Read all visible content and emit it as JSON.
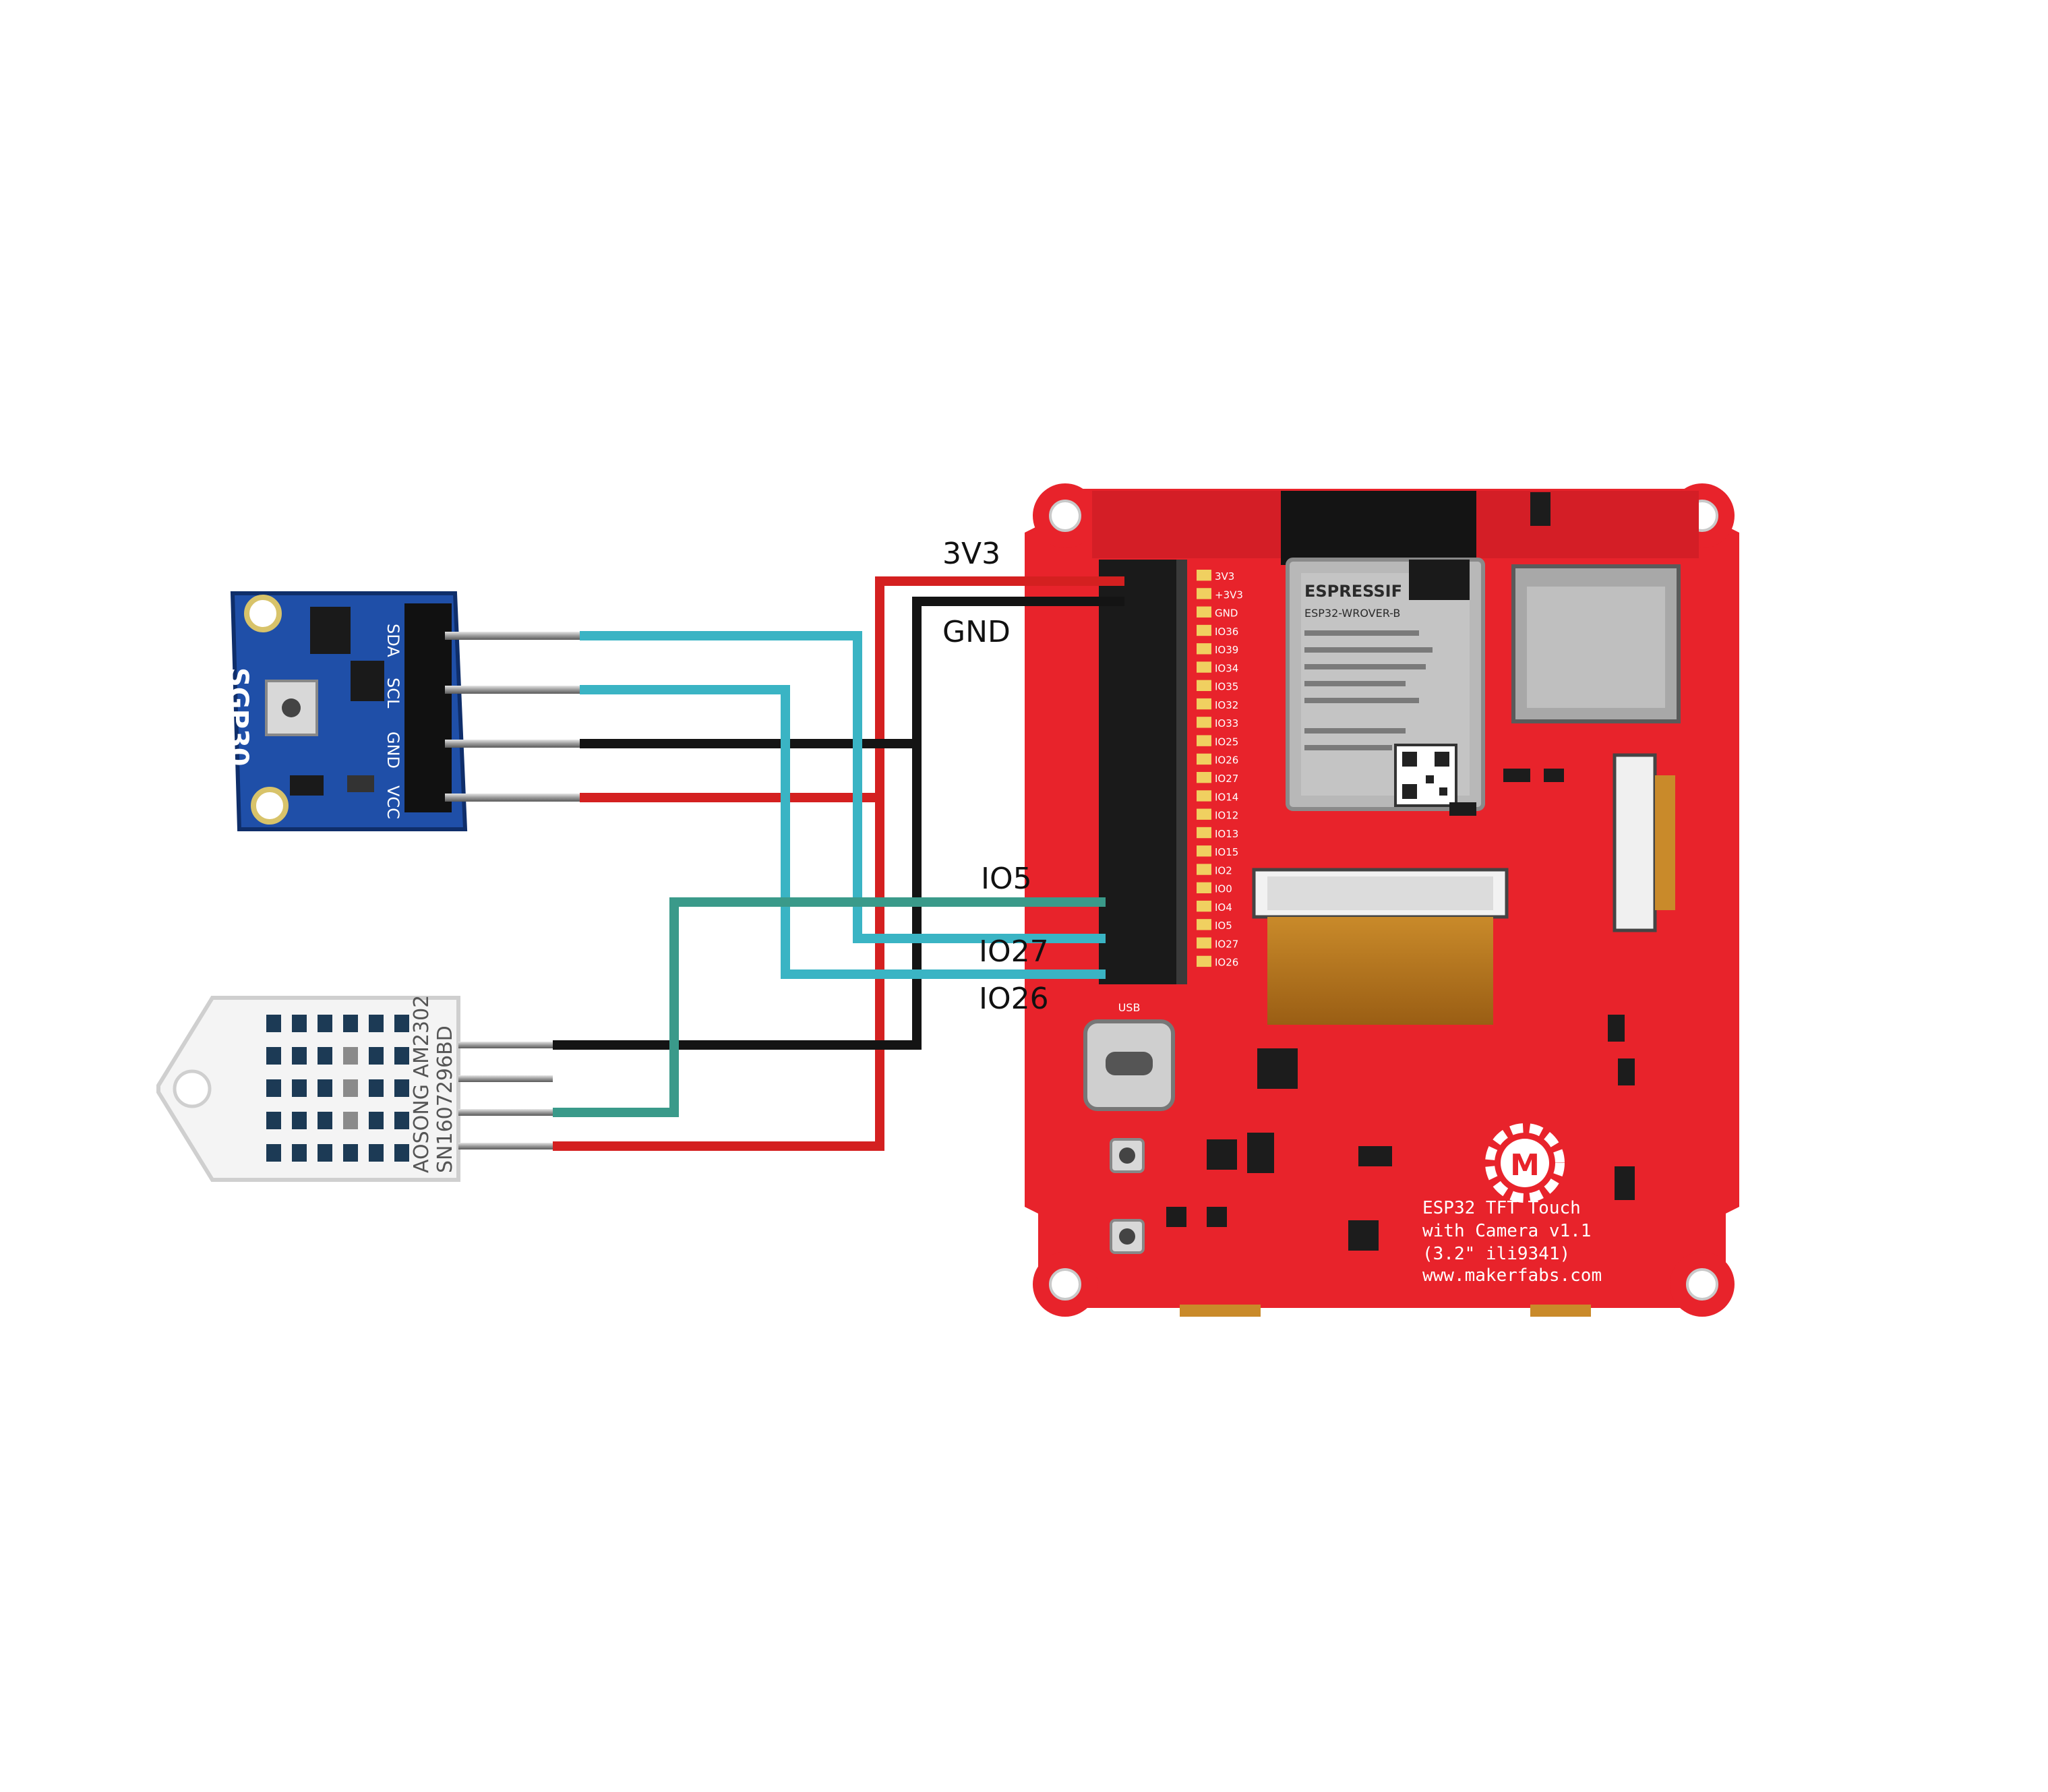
{
  "wire_labels": {
    "v33": "3V3",
    "gnd": "GND",
    "io5": "IO5",
    "io27": "IO27",
    "io26": "IO26"
  },
  "sgp30": {
    "name": "SGP30",
    "pins": [
      "SDA",
      "SCL",
      "GND",
      "VCC"
    ]
  },
  "dht": {
    "line1": "AOSONG AM2302",
    "line2": "SN1607296BD"
  },
  "board": {
    "module_brand": "ESPRESSIF",
    "module_model": "ESP32-WROVER-B",
    "title_line1": "ESP32 TFT Touch",
    "title_line2": "with Camera v1.1",
    "title_line3": "(3.2\" ili9341)",
    "url": "www.makerfabs.com",
    "logo_letter": "M",
    "usb_label": "USB",
    "header_pins": [
      "3V3",
      "+3V3",
      "GND",
      "IO36",
      "IO39",
      "IO34",
      "IO35",
      "IO32",
      "IO33",
      "IO25",
      "IO26",
      "IO27",
      "IO14",
      "IO12",
      "IO13",
      "IO15",
      "IO2",
      "IO0",
      "IO4",
      "IO5",
      "IO27",
      "IO26"
    ]
  },
  "colors": {
    "red_wire": "#d42020",
    "black_wire": "#141414",
    "cyan_wire": "#3ab4c4",
    "teal_wire": "#3a9a8a",
    "board_red": "#e8232b",
    "sgp_blue": "#1f4fa8"
  }
}
